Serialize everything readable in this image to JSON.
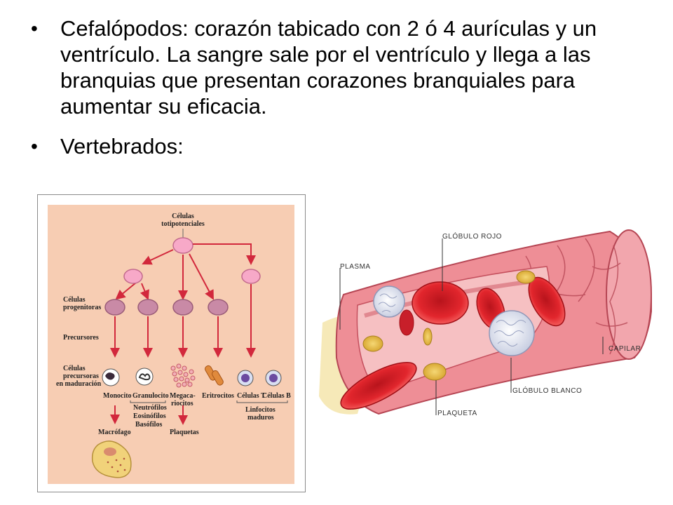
{
  "bullets": [
    "Cefalópodos: corazón tabicado con 2 ó 4 aurículas y un ventrículo. La sangre sale por el ventrículo y llega a las branquias que presentan corazones branquiales para aumentar su eficacia.",
    "Vertebrados:"
  ],
  "hematopoiesis": {
    "top_line1": "Células",
    "top_line2": "totipotenciales",
    "progenitor_line1": "Células",
    "progenitor_line2": "progenitoras",
    "precursors": "Precursores",
    "maturing_line1": "Células",
    "maturing_line2": "precursoras",
    "maturing_line3": "en maduración",
    "monocito": "Monocito",
    "granulocito": "Granulocito",
    "megacariocitos_line1": "Megaca-",
    "megacariocitos_line2": "riocitos",
    "eritrocitos": "Eritrocitos",
    "celulas_t": "Células T",
    "celulas_b": "Células B",
    "neutrofilos": "Neutrófilos",
    "eosinofilos": "Eosinófilos",
    "basofilos": "Basófilos",
    "linfocitos_line1": "Linfocitos",
    "linfocitos_line2": "maduros",
    "macrofago": "Macrófago",
    "plaquetas": "Plaquetas"
  },
  "vessel": {
    "globulo_rojo": "GLÓBULO ROJO",
    "plasma": "PLASMA",
    "capilar": "CAPILAR",
    "globulo_blanco": "GLÓBULO BLANCO",
    "plaqueta": "PLAQUETA"
  },
  "colors": {
    "diagram_bg": "#f7cdb3",
    "stem_pink": "#f7a9c8",
    "progenitor_mauve": "#c98aa6",
    "arrow_red": "#d2283c",
    "rbc_red": "#d8232a",
    "vessel_pink": "#ee8e96"
  }
}
